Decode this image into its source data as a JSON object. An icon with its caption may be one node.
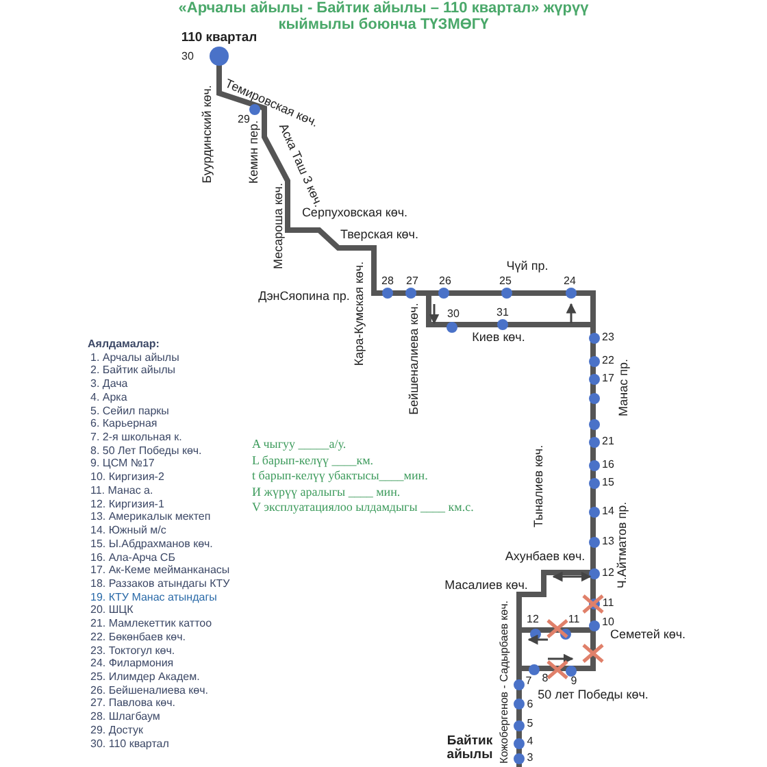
{
  "diagram": {
    "title": "«Арчалы айылы - Байтик айылы – 110 квартал» жүрүү кыймылы боюнча ТҮЗМӨГҮ",
    "labels": [
      "110 квартал",
      "30",
      "Буурдинский көч.",
      "Темировская көч.",
      "29",
      "Кемин пер.",
      "Аска Таш 3 көч.",
      "Месароша көч.",
      "Серпуховская көч.",
      "Тверская көч.",
      "Кара-Кумская көч.",
      "Чүй пр.",
      "ДэнСяопина пр.",
      "28",
      "27",
      "26",
      "25",
      "24",
      "Бейшеналиева көч.",
      "30",
      "31",
      "Киев көч.",
      "23",
      "22",
      "17",
      "Манас пр.",
      "21",
      "16",
      "15",
      "14",
      "13",
      "Тыналиев көч.",
      "Ахунбаев көч.",
      "12",
      "Ч.Айтматов пр.",
      "Масалиев көч.",
      "11",
      "12",
      "11",
      "10",
      "Семетей көч.",
      "7",
      "8",
      "9",
      "50 лет Победы көч.",
      "Кожобергенов - Садырбаев көч.",
      "6",
      "5",
      "4",
      "3",
      "Байтик айылы",
      "Аялдамалар:",
      "1. Арчалы айылы",
      "2. Байтик  айылы",
      "3. Дача",
      "4. Арка",
      "5. Сейил паркы",
      "6. Карьерная",
      "7. 2-я школьная к.",
      "8. 50 Лет Победы көч.",
      "9. ЦСМ №17",
      "10. Киргизия-2",
      "11. Манас а.",
      "12. Киргизия-1",
      "13. Америкалык мектеп",
      "14. Южный м/с",
      "15. Ы.Абдрахманов көч.",
      "16. Ала-Арча СБ",
      "17. Ак-Кеме мейманканасы",
      "18. Раззаков атындагы КТУ",
      "19. КТУ Манас атындагы",
      "20. ШЦК",
      "21. Мамлекеттик каттоо",
      "22. Бөкөнбаев көч.",
      "23. Токтогул көч.",
      "24. Филармония",
      "25. Илимдер Академ.",
      "26. Бейшеналиева көч.",
      "27. Павлова көч.",
      "28. Шлагбаум",
      "29. Достук",
      "30. 110 квартал",
      "A чыгуу _____а/у.",
      "L барып-келүү ____км.",
      "t барып-келүү убактысы____мин.",
      "И жүрүү аралыгы ____     мин.",
      "V эксплуатациялоо ылдамдыгы ____ км.с."
    ]
  }
}
